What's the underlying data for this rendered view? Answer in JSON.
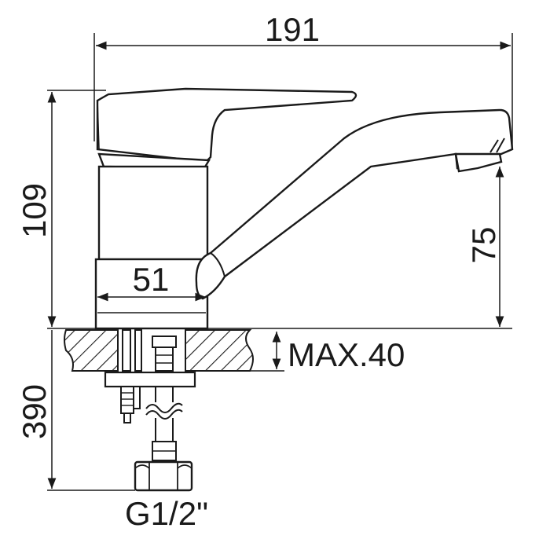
{
  "dimensions": {
    "overall_length": "191",
    "total_height": "109",
    "spout_height": "75",
    "body_diameter": "51",
    "max_deck_thickness": "MAX.40",
    "hose_length": "390",
    "connection_thread": "G1/2\""
  },
  "colors": {
    "line": "#1a1a1a",
    "background": "#ffffff"
  }
}
